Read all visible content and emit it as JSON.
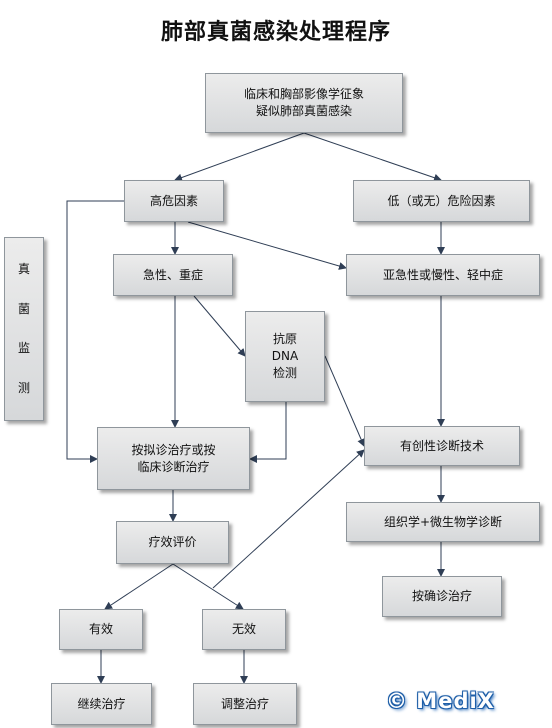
{
  "title": "肺部真菌感染处理程序",
  "nodes": {
    "start": "临床和胸部影像学征象\n疑似肺部真菌感染",
    "high_risk": "高危因素",
    "low_risk": "低（或无）危险因素",
    "acute": "急性、重症",
    "subacute": "亚急性或慢性、轻中症",
    "antigen_dna": "抗原\nDNA\n检测",
    "empiric": "按拟诊治疗或按\n临床诊断治疗",
    "invasive": "有创性诊断技术",
    "histo_micro": "组织学+微生物学诊断",
    "confirmed": "按确诊治疗",
    "efficacy": "疗效评价",
    "effective": "有效",
    "ineffective": "无效",
    "continue": "继续治疗",
    "adjust": "调整治疗"
  },
  "monitor": [
    "真",
    "菌",
    "监",
    "测"
  ],
  "watermark": "© MediX"
}
